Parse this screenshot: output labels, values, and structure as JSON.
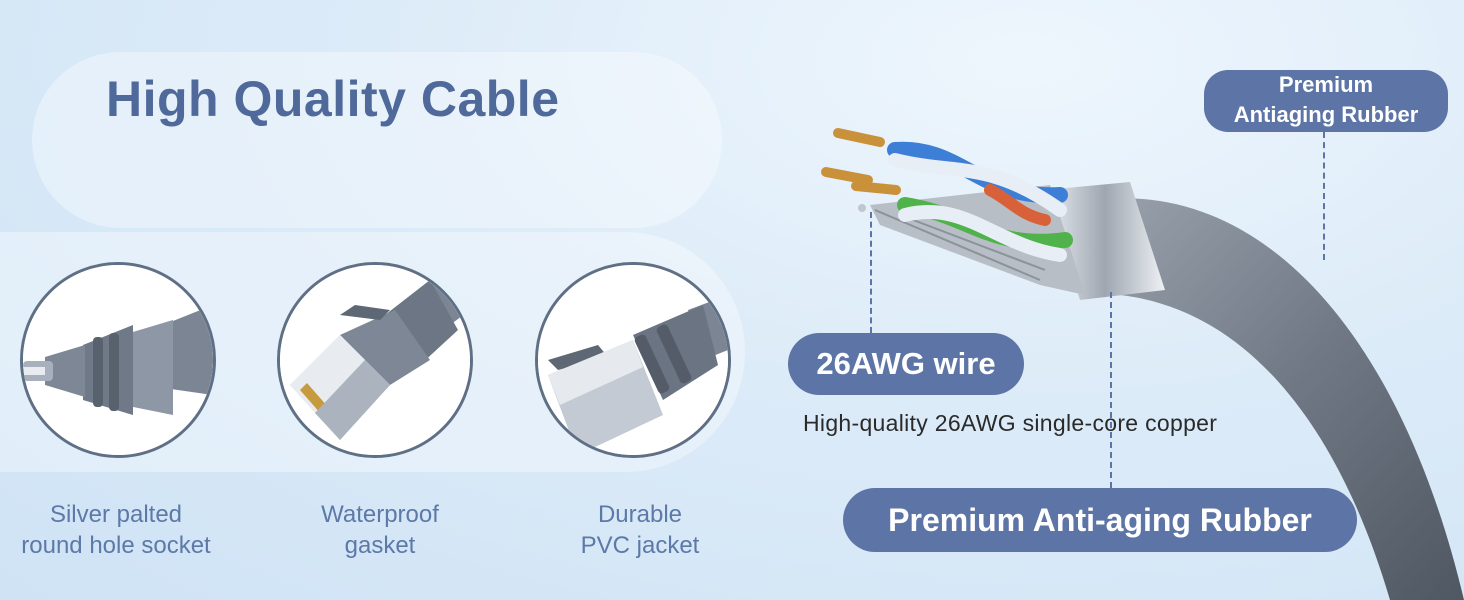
{
  "title": "High Quality Cable",
  "features": [
    {
      "line1": "Silver palted",
      "line2": "round hole socket"
    },
    {
      "line1": "Waterproof",
      "line2": "gasket"
    },
    {
      "line1": "Durable",
      "line2": "PVC jacket"
    }
  ],
  "callouts": {
    "top_line1": "Premium",
    "top_line2": "Antiaging Rubber",
    "awg": "26AWG wire",
    "awg_note": "High-quality 26AWG single-core copper",
    "bottom": "Premium Anti-aging Rubber"
  },
  "colors": {
    "accent": "#5d74a6",
    "title": "#4f6a9a",
    "caption": "#5d79a8",
    "cable_gray": "#7d8590"
  },
  "icons": [
    "socket-closeup",
    "gasket-connector",
    "pvc-jacket-connector",
    "cable-cross-section"
  ]
}
